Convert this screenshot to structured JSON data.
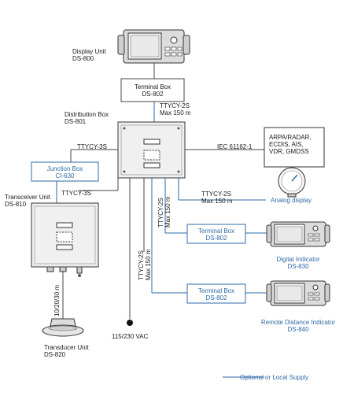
{
  "display_unit": {
    "name": "Display Unit",
    "model": "DS-800"
  },
  "terminal_box_top": {
    "name": "Terminal Box",
    "model": "DS-802"
  },
  "distribution_box": {
    "name": "Distribution Box",
    "model": "DS-801"
  },
  "transceiver_unit": {
    "name": "Transceiver Unit",
    "model": "DS-810"
  },
  "junction_box": {
    "name": "Junction Box",
    "model": "CI-630"
  },
  "transducer_unit": {
    "name": "Transducer Unit",
    "model": "DS-820"
  },
  "external_systems": [
    "ARPA/RADAR,",
    "ECDIS, AIS,",
    "VDR, GMDSS"
  ],
  "iec_label": "IEC 61162-1",
  "cables": {
    "display_to_dist": [
      "TTYCY-2S",
      "Max  150 m"
    ],
    "transceiver_to_dist": "TTYCY-3S",
    "junction_to_transceiver": "TTYCY-3S",
    "analog": [
      "TTYCY-2S",
      "Max  150 m"
    ],
    "to_digital": [
      "TTYCY-2S",
      "Max  150 m"
    ],
    "to_remote": [
      "TTYCY-2S",
      "Max 150 m"
    ],
    "transducer": "10/20/30 m"
  },
  "analog_display": "Analog display",
  "terminal_box_digital": {
    "name": "Terminal Box",
    "model": "DS-802"
  },
  "terminal_box_remote": {
    "name": "Terminal Box",
    "model": "DS-802"
  },
  "digital_indicator": {
    "name": "Digital Indicator",
    "model": "DS-830"
  },
  "remote_indicator": {
    "name": "Remote Distance Indicator",
    "model": "DS-840"
  },
  "power": "115/230 VAC",
  "legend": "Optional or Local Supply",
  "colors": {
    "standard": "#333333",
    "optional": "#2e6aa7"
  }
}
